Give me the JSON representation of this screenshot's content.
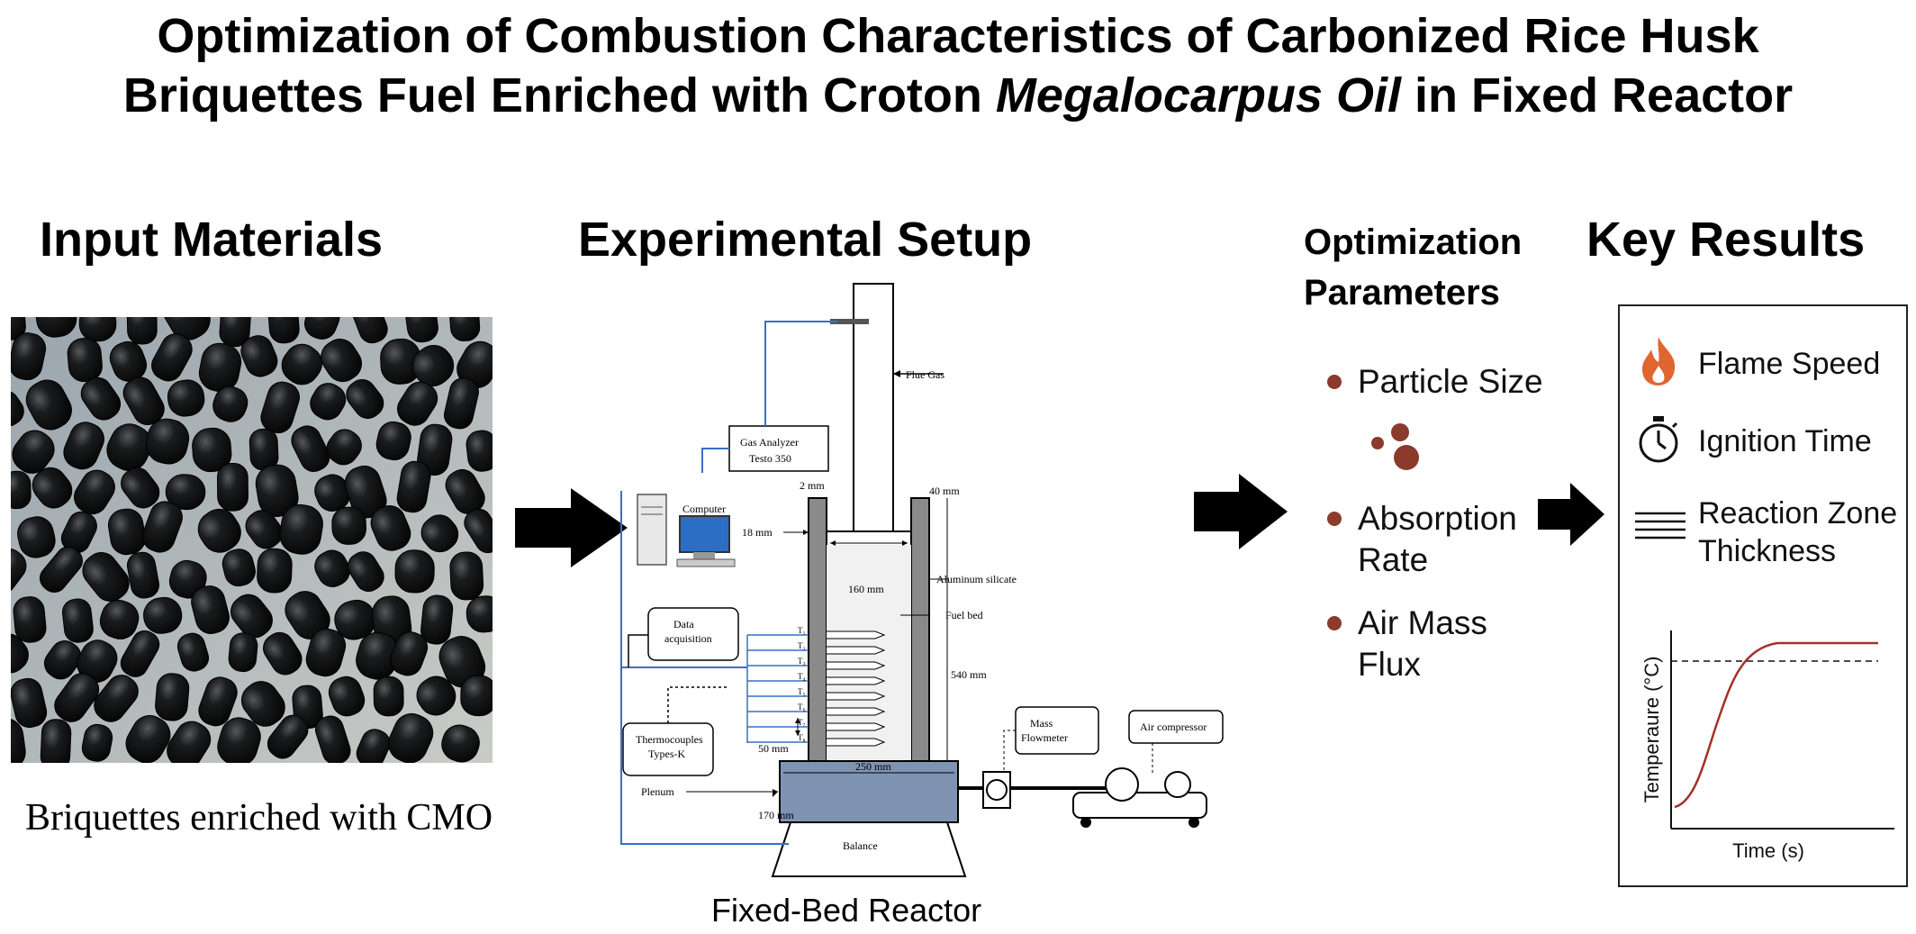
{
  "title": {
    "line1": "Optimization of Combustion Characteristics of Carbonized Rice Husk",
    "line2_start": "Briquettes Fuel Enriched with Croton ",
    "line2_italic": "Megalocarpus Oil",
    "line2_end": " in Fixed Reactor"
  },
  "input": {
    "heading": "Input Materials",
    "caption": "Briquettes enriched with CMO"
  },
  "setup": {
    "heading": "Experimental Setup",
    "caption": "Fixed-Bed Reactor",
    "labels": {
      "flue_gas": "Flue Gas",
      "gas_analyzer_1": "Gas Analyzer",
      "gas_analyzer_2": "Testo 350",
      "computer": "Computer",
      "dim_2mm": "2 mm",
      "dim_40mm": "40 mm",
      "dim_18mm": "18 mm",
      "aluminum": "Aluminum silicate",
      "dim_160mm": "160 mm",
      "fuel_bed": "Fuel bed",
      "data_acq_1": "Data",
      "data_acq_2": "acquisition",
      "dim_540mm": "540 mm",
      "thermo_1": "Thermocouples",
      "thermo_2": "Types-K",
      "dim_50mm": "50 mm",
      "mass_flow_1": "Mass",
      "mass_flow_2": "Flowmeter",
      "air_comp": "Air compressor",
      "dim_250mm": "250 mm",
      "plenum": "Plenum",
      "dim_170mm": "170 mm",
      "balance": "Balance",
      "t_labels": [
        "T₁",
        "T₂",
        "T₃",
        "T₄",
        "T₅",
        "T₆",
        "T₇",
        "T₈"
      ]
    }
  },
  "optimization": {
    "heading_1": "Optimization",
    "heading_2": "Parameters",
    "params": [
      {
        "line1": "Particle Size",
        "line2": ""
      },
      {
        "line1": "Absorption",
        "line2": "Rate"
      },
      {
        "line1": "Air Mass",
        "line2": "Flux"
      }
    ]
  },
  "results": {
    "heading": "Key Results",
    "items": [
      {
        "label": "Flame Speed",
        "icon": "flame-icon"
      },
      {
        "label": "Ignition Time",
        "icon": "stopwatch-icon"
      },
      {
        "label_1": "Reaction Zone",
        "label_2": "Thickness",
        "icon": "layers-lines-icon"
      }
    ],
    "chart_ylabel": "Temperaure (°C)",
    "chart_xlabel": "Time (s)"
  },
  "colors": {
    "accent_dot": "#8b3a2c",
    "flame": "#e0662f",
    "curve": "#a33224",
    "blue_line": "#3a6fc4",
    "plenum_fill": "#7f94b3"
  }
}
